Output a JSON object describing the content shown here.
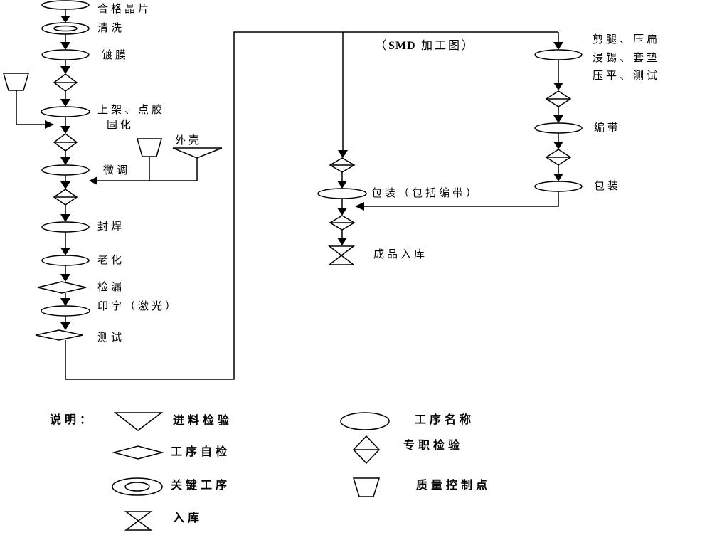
{
  "title": {
    "open": "（",
    "smd": "SMD",
    "rest": " 加工图）"
  },
  "left_flow": {
    "qualified_wafer": "合格晶片",
    "cleaning": "清洗",
    "coating": "镀膜",
    "rack_dispense": "上架、点胶",
    "curing": "固化",
    "housing_input": "外壳",
    "fine_tune": "微调",
    "seal_weld": "封焊",
    "aging": "老化",
    "leak_test": "检漏",
    "marking_laser": "印字（激光）",
    "test": "测试"
  },
  "middle_flow": {
    "packing_with_taping": "包装（包括编带）",
    "finished_storage": "成品入库"
  },
  "right_flow": {
    "step1_line1": "剪腿、压扁",
    "step1_line2": "浸锡、套垫",
    "step1_line3": "压平、测试",
    "taping": "编带",
    "packing": "包装"
  },
  "legend": {
    "heading": "说明：",
    "incoming_inspection": "进料检验",
    "process_self_check": "工序自检",
    "key_process": "关键工序",
    "warehouse_in": "入库",
    "process_name": "工序名称",
    "dedicated_inspection": "专职检验",
    "quality_control_point": "质量控制点"
  },
  "colors": {
    "line": "#000000",
    "background": "#ffffff",
    "text": "#000000"
  }
}
